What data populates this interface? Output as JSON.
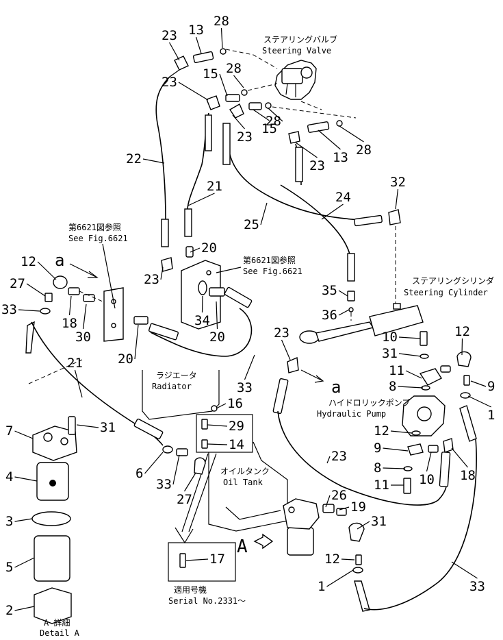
{
  "labels": {
    "steering_valve_jp": "ステアリングバルブ",
    "steering_valve_en": "Steering Valve",
    "see_fig_top_jp": "第6621図参照",
    "see_fig_top_en": "See Fig.6621",
    "see_fig_mid_jp": "第6621図参照",
    "see_fig_mid_en": "See Fig.6621",
    "steering_cylinder_jp": "ステアリングシリンダ",
    "steering_cylinder_en": "Steering Cylinder",
    "radiator_jp": "ラジエータ",
    "radiator_en": "Radiator",
    "hydraulic_pump_jp": "ハイドロリックポンプ",
    "hydraulic_pump_en": "Hydraulic Pump",
    "oil_tank_jp": "オイルタンク",
    "oil_tank_en": "Oil Tank",
    "serial_jp": "適用号機",
    "serial_en": "Serial No.2331〜",
    "detail_jp": "A 詳細",
    "detail_en": "Detail A",
    "ref_a": "a",
    "ref_a2": "a",
    "ref_A": "A"
  },
  "callouts": [
    "23",
    "13",
    "28",
    "23",
    "15",
    "28",
    "23",
    "15",
    "28",
    "13",
    "23",
    "28",
    "22",
    "21",
    "24",
    "25",
    "32",
    "20",
    "23",
    "34",
    "20",
    "12",
    "27",
    "33",
    "18",
    "30",
    "20",
    "35",
    "36",
    "23",
    "10",
    "31",
    "12",
    "11",
    "8",
    "9",
    "1",
    "33",
    "21",
    "16",
    "29",
    "14",
    "31",
    "7",
    "4",
    "3",
    "5",
    "2",
    "6",
    "33",
    "27",
    "12",
    "9",
    "8",
    "11",
    "10",
    "18",
    "23",
    "26",
    "19",
    "31",
    "12",
    "1",
    "33",
    "17",
    "14"
  ]
}
